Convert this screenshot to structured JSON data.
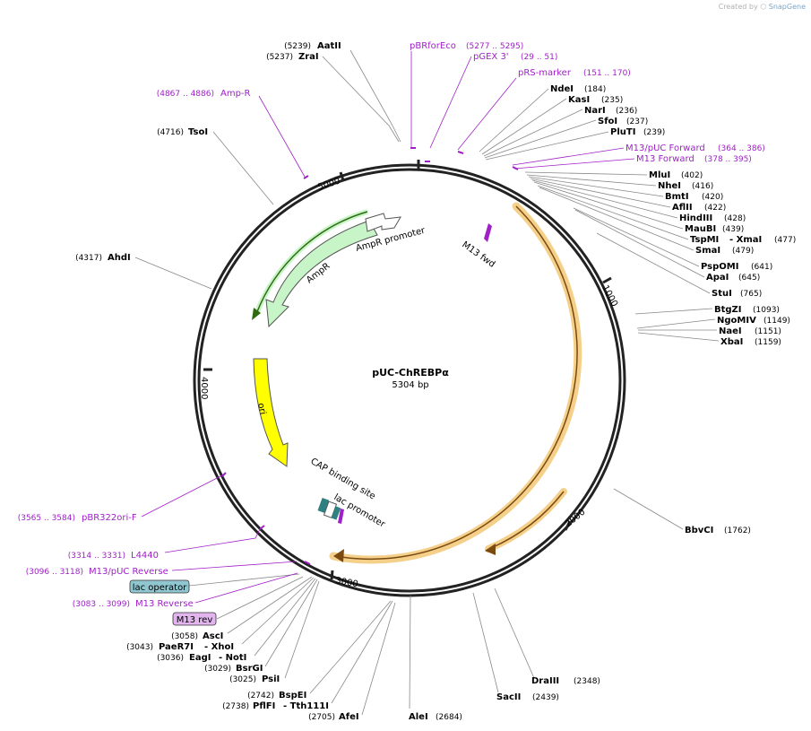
{
  "credit": {
    "prefix": "Created by",
    "brand": "SnapGene"
  },
  "plasmid": {
    "name": "pUC-ChREBPα",
    "length": "5304 bp"
  },
  "ticks": [
    "1000",
    "2000",
    "3000",
    "4000",
    "5000"
  ],
  "sites": [
    {
      "id": "aatii",
      "name": "AatII",
      "pos": "(5239)"
    },
    {
      "id": "zrai",
      "name": "ZraI",
      "pos": "(5237)"
    },
    {
      "id": "tsoi",
      "name": "TsoI",
      "pos": "(4716)"
    },
    {
      "id": "ahdi",
      "name": "AhdI",
      "pos": "(4317)"
    },
    {
      "id": "ndei",
      "name": "NdeI",
      "pos": "(184)"
    },
    {
      "id": "kasi",
      "name": "KasI",
      "pos": "(235)"
    },
    {
      "id": "nari",
      "name": "NarI",
      "pos": "(236)"
    },
    {
      "id": "sfoi",
      "name": "SfoI",
      "pos": "(237)"
    },
    {
      "id": "pluti",
      "name": "PluTI",
      "pos": "(239)"
    },
    {
      "id": "mlui",
      "name": "MluI",
      "pos": "(402)"
    },
    {
      "id": "nhei",
      "name": "NheI",
      "pos": "(416)"
    },
    {
      "id": "bmti",
      "name": "BmtI",
      "pos": "(420)"
    },
    {
      "id": "aflii",
      "name": "AflII",
      "pos": "(422)"
    },
    {
      "id": "hindiii",
      "name": "HindIII",
      "pos": "(428)"
    },
    {
      "id": "maubi",
      "name": "MauBI",
      "pos": "(439)"
    },
    {
      "id": "tspmi",
      "name": "TspMI",
      "sep": "- XmaI",
      "pos": "(477)"
    },
    {
      "id": "smai",
      "name": "SmaI",
      "pos": "(479)"
    },
    {
      "id": "pspomi",
      "name": "PspOMI",
      "pos": "(641)"
    },
    {
      "id": "apai",
      "name": "ApaI",
      "pos": "(645)"
    },
    {
      "id": "stui",
      "name": "StuI",
      "pos": "(765)"
    },
    {
      "id": "btgzi",
      "name": "BtgZI",
      "pos": "(1093)"
    },
    {
      "id": "ngomiv",
      "name": "NgoMIV",
      "pos": "(1149)"
    },
    {
      "id": "naei",
      "name": "NaeI",
      "pos": "(1151)"
    },
    {
      "id": "xbai",
      "name": "XbaI",
      "pos": "(1159)"
    },
    {
      "id": "bbvci",
      "name": "BbvCI",
      "pos": "(1762)"
    },
    {
      "id": "draiii",
      "name": "DraIII",
      "pos": "(2348)"
    },
    {
      "id": "sacii",
      "name": "SacII",
      "pos": "(2439)"
    },
    {
      "id": "alei",
      "name": "AleI",
      "pos": "(2684)"
    },
    {
      "id": "afei",
      "name": "AfeI",
      "pos": "(2705)"
    },
    {
      "id": "pflfi",
      "name": "PflFI",
      "sep": "- Tth111I",
      "pos": "(2738)"
    },
    {
      "id": "bspei",
      "name": "BspEI",
      "pos": "(2742)"
    },
    {
      "id": "psii",
      "name": "PsiI",
      "pos": "(3025)"
    },
    {
      "id": "bsrgi",
      "name": "BsrGI",
      "pos": "(3029)"
    },
    {
      "id": "eagi",
      "name": "EagI",
      "sep": "- NotI",
      "pos": "(3036)"
    },
    {
      "id": "paer7i",
      "name": "PaeR7I",
      "sep": "- XhoI",
      "pos": "(3043)"
    },
    {
      "id": "asci",
      "name": "AscI",
      "pos": "(3058)"
    }
  ],
  "primers": [
    {
      "id": "pbrforeco",
      "name": "pBRforEco",
      "pos": "(5277 .. 5295)"
    },
    {
      "id": "pgex3",
      "name": "pGEX 3'",
      "pos": "(29 .. 51)"
    },
    {
      "id": "prsmarker",
      "name": "pRS-marker",
      "pos": "(151 .. 170)"
    },
    {
      "id": "ampr",
      "name": "Amp-R",
      "pos": "(4867 .. 4886)"
    },
    {
      "id": "m13puc_fwd",
      "name": "M13/pUC Forward",
      "pos": "(364 .. 386)"
    },
    {
      "id": "m13_fwd",
      "name": "M13 Forward",
      "pos": "(378 .. 395)"
    },
    {
      "id": "pbr322ori",
      "name": "pBR322ori-F",
      "pos": "(3565 .. 3584)"
    },
    {
      "id": "l4440",
      "name": "L4440",
      "pos": "(3314 .. 3331)"
    },
    {
      "id": "m13puc_rev",
      "name": "M13/pUC Reverse",
      "pos": "(3096 .. 3118)"
    },
    {
      "id": "m13_rev",
      "name": "M13 Reverse",
      "pos": "(3083 .. 3099)"
    }
  ],
  "features": {
    "ampr_promoter": "AmpR promoter",
    "ampr": "AmpR",
    "ori": "ori",
    "m13fwd": "M13 fwd",
    "cap": "CAP binding site",
    "lac_promoter": "lac promoter",
    "lac_operator": "lac operator",
    "m13rev": "M13 rev"
  },
  "colors": {
    "backbone": "#222222",
    "primer": "#a020c8",
    "ampr_fill": "#c8f5c8",
    "ampr_outline": "#3a8a10",
    "ori_fill": "#ffff00",
    "insert": "#f5d08a",
    "lac_operator_fill": "#8fc6cf",
    "m13rev_fill": "#e3b5ef",
    "teal": "#2f8080"
  }
}
